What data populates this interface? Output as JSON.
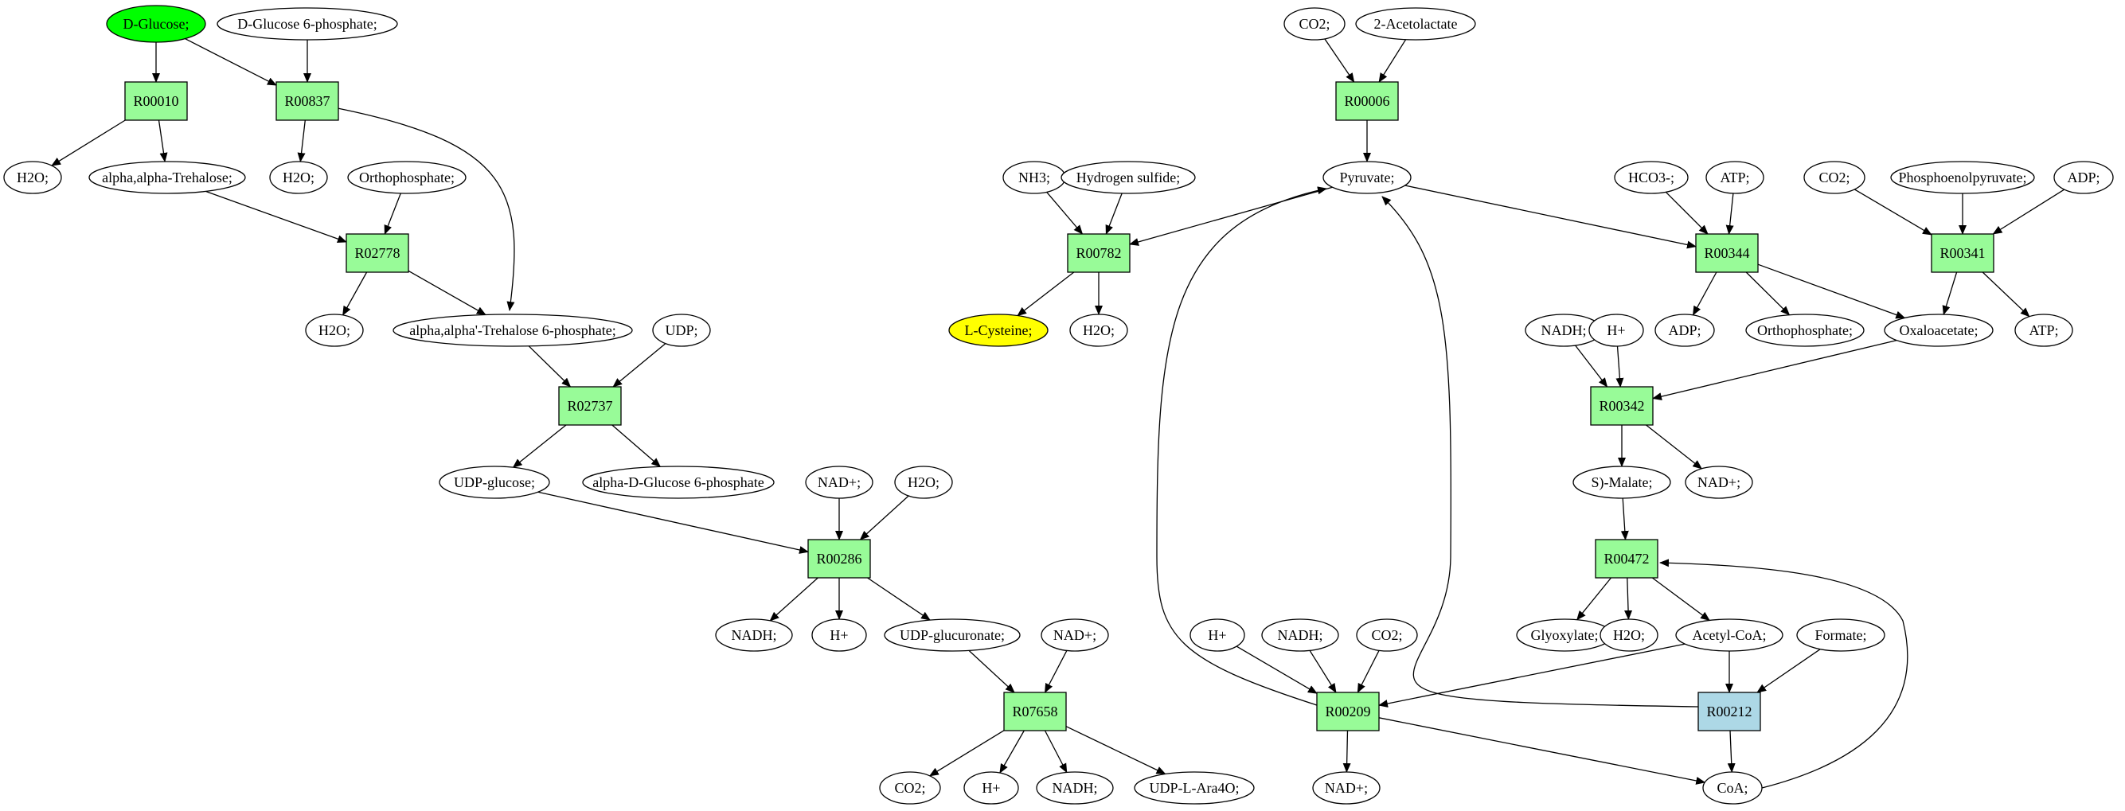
{
  "colors": {
    "metabolite": "#ffffff",
    "reaction": "#98fb98",
    "reaction_alt": "#add8e6",
    "start": "#00ff00",
    "target": "#ffff00",
    "stroke": "#000000"
  },
  "nodes": {
    "dglucose": {
      "label": "D-Glucose;",
      "kind": "metabolite",
      "fill": "start"
    },
    "dg6p": {
      "label": "D-Glucose 6-phosphate;",
      "kind": "metabolite"
    },
    "r00010": {
      "label": "R00010",
      "kind": "reaction"
    },
    "r00837": {
      "label": "R00837",
      "kind": "reaction"
    },
    "h2o_1": {
      "label": "H2O;",
      "kind": "metabolite"
    },
    "trehalose": {
      "label": "alpha,alpha-Trehalose;",
      "kind": "metabolite"
    },
    "h2o_2": {
      "label": "H2O;",
      "kind": "metabolite"
    },
    "orthophosphate_1": {
      "label": "Orthophosphate;",
      "kind": "metabolite"
    },
    "r02778": {
      "label": "R02778",
      "kind": "reaction"
    },
    "h2o_3": {
      "label": "H2O;",
      "kind": "metabolite"
    },
    "trehalose6p": {
      "label": "alpha,alpha'-Trehalose 6-phosphate;",
      "kind": "metabolite"
    },
    "udp": {
      "label": "UDP;",
      "kind": "metabolite"
    },
    "r02737": {
      "label": "R02737",
      "kind": "reaction"
    },
    "udpglucose": {
      "label": "UDP-glucose;",
      "kind": "metabolite"
    },
    "adg6p": {
      "label": "alpha-D-Glucose 6-phosphate",
      "kind": "metabolite"
    },
    "nadp_1": {
      "label": "NAD+;",
      "kind": "metabolite"
    },
    "h2o_4": {
      "label": "H2O;",
      "kind": "metabolite"
    },
    "r00286": {
      "label": "R00286",
      "kind": "reaction"
    },
    "nadh_1": {
      "label": "NADH;",
      "kind": "metabolite"
    },
    "hplus_1": {
      "label": "H+",
      "kind": "metabolite"
    },
    "udpglucuronate": {
      "label": "UDP-glucuronate;",
      "kind": "metabolite"
    },
    "nadp_2": {
      "label": "NAD+;",
      "kind": "metabolite"
    },
    "r07658": {
      "label": "R07658",
      "kind": "reaction"
    },
    "co2_1": {
      "label": "CO2;",
      "kind": "metabolite"
    },
    "hplus_2": {
      "label": "H+",
      "kind": "metabolite"
    },
    "nadh_2": {
      "label": "NADH;",
      "kind": "metabolite"
    },
    "udplara4o": {
      "label": "UDP-L-Ara4O;",
      "kind": "metabolite"
    },
    "co2_2": {
      "label": "CO2;",
      "kind": "metabolite"
    },
    "acetolactate": {
      "label": "2-Acetolactate",
      "kind": "metabolite"
    },
    "r00006": {
      "label": "R00006",
      "kind": "reaction"
    },
    "pyruvate": {
      "label": "Pyruvate;",
      "kind": "metabolite"
    },
    "nh3": {
      "label": "NH3;",
      "kind": "metabolite"
    },
    "h2s": {
      "label": "Hydrogen sulfide;",
      "kind": "metabolite"
    },
    "r00782": {
      "label": "R00782",
      "kind": "reaction"
    },
    "lcysteine": {
      "label": "L-Cysteine;",
      "kind": "metabolite",
      "fill": "target"
    },
    "h2o_5": {
      "label": "H2O;",
      "kind": "metabolite"
    },
    "hco3": {
      "label": "HCO3-;",
      "kind": "metabolite"
    },
    "atp_1": {
      "label": "ATP;",
      "kind": "metabolite"
    },
    "r00344": {
      "label": "R00344",
      "kind": "reaction"
    },
    "adp_1": {
      "label": "ADP;",
      "kind": "metabolite"
    },
    "orthophosphate_2": {
      "label": "Orthophosphate;",
      "kind": "metabolite"
    },
    "co2_3": {
      "label": "CO2;",
      "kind": "metabolite"
    },
    "pep": {
      "label": "Phosphoenolpyruvate;",
      "kind": "metabolite"
    },
    "adp_2": {
      "label": "ADP;",
      "kind": "metabolite"
    },
    "r00341": {
      "label": "R00341",
      "kind": "reaction"
    },
    "oxaloacetate": {
      "label": "Oxaloacetate;",
      "kind": "metabolite"
    },
    "atp_2": {
      "label": "ATP;",
      "kind": "metabolite"
    },
    "nadh_3": {
      "label": "NADH;",
      "kind": "metabolite"
    },
    "hplus_3": {
      "label": "H+",
      "kind": "metabolite"
    },
    "r00342": {
      "label": "R00342",
      "kind": "reaction"
    },
    "smalate": {
      "label": "S)-Malate;",
      "kind": "metabolite"
    },
    "nadp_3": {
      "label": "NAD+;",
      "kind": "metabolite"
    },
    "r00472": {
      "label": "R00472",
      "kind": "reaction"
    },
    "glyoxylate": {
      "label": "Glyoxylate;",
      "kind": "metabolite"
    },
    "h2o_6": {
      "label": "H2O;",
      "kind": "metabolite"
    },
    "acetylcoa": {
      "label": "Acetyl-CoA;",
      "kind": "metabolite"
    },
    "formate": {
      "label": "Formate;",
      "kind": "metabolite"
    },
    "hplus_4": {
      "label": "H+",
      "kind": "metabolite"
    },
    "nadh_4": {
      "label": "NADH;",
      "kind": "metabolite"
    },
    "co2_4": {
      "label": "CO2;",
      "kind": "metabolite"
    },
    "r00209": {
      "label": "R00209",
      "kind": "reaction"
    },
    "r00212": {
      "label": "R00212",
      "kind": "reaction",
      "fill": "reaction_alt"
    },
    "nadp_4": {
      "label": "NAD+;",
      "kind": "metabolite"
    },
    "coa": {
      "label": "CoA;",
      "kind": "metabolite"
    }
  },
  "edges": [
    [
      "dglucose",
      "r00010"
    ],
    [
      "dglucose",
      "r00837"
    ],
    [
      "dg6p",
      "r00837"
    ],
    [
      "r00010",
      "h2o_1"
    ],
    [
      "r00010",
      "trehalose"
    ],
    [
      "r00837",
      "h2o_2"
    ],
    [
      "r00837",
      "trehalose6p"
    ],
    [
      "trehalose",
      "r02778"
    ],
    [
      "orthophosphate_1",
      "r02778"
    ],
    [
      "r02778",
      "h2o_3"
    ],
    [
      "r02778",
      "trehalose6p"
    ],
    [
      "trehalose6p",
      "r02737"
    ],
    [
      "udp",
      "r02737"
    ],
    [
      "r02737",
      "udpglucose"
    ],
    [
      "r02737",
      "adg6p"
    ],
    [
      "udpglucose",
      "r00286"
    ],
    [
      "nadp_1",
      "r00286"
    ],
    [
      "h2o_4",
      "r00286"
    ],
    [
      "r00286",
      "nadh_1"
    ],
    [
      "r00286",
      "hplus_1"
    ],
    [
      "r00286",
      "udpglucuronate"
    ],
    [
      "udpglucuronate",
      "r07658"
    ],
    [
      "nadp_2",
      "r07658"
    ],
    [
      "r07658",
      "co2_1"
    ],
    [
      "r07658",
      "hplus_2"
    ],
    [
      "r07658",
      "nadh_2"
    ],
    [
      "r07658",
      "udplara4o"
    ],
    [
      "co2_2",
      "r00006"
    ],
    [
      "acetolactate",
      "r00006"
    ],
    [
      "r00006",
      "pyruvate"
    ],
    [
      "nh3",
      "r00782"
    ],
    [
      "h2s",
      "r00782"
    ],
    [
      "pyruvate",
      "r00782"
    ],
    [
      "r00782",
      "lcysteine"
    ],
    [
      "r00782",
      "h2o_5"
    ],
    [
      "pyruvate",
      "r00344"
    ],
    [
      "hco3",
      "r00344"
    ],
    [
      "atp_1",
      "r00344"
    ],
    [
      "r00344",
      "adp_1"
    ],
    [
      "r00344",
      "orthophosphate_2"
    ],
    [
      "r00344",
      "oxaloacetate"
    ],
    [
      "co2_3",
      "r00341"
    ],
    [
      "pep",
      "r00341"
    ],
    [
      "adp_2",
      "r00341"
    ],
    [
      "r00341",
      "oxaloacetate"
    ],
    [
      "r00341",
      "atp_2"
    ],
    [
      "nadh_3",
      "r00342"
    ],
    [
      "hplus_3",
      "r00342"
    ],
    [
      "oxaloacetate",
      "r00342"
    ],
    [
      "r00342",
      "smalate"
    ],
    [
      "r00342",
      "nadp_3"
    ],
    [
      "smalate",
      "r00472"
    ],
    [
      "coa",
      "r00472"
    ],
    [
      "r00472",
      "glyoxylate"
    ],
    [
      "r00472",
      "h2o_6"
    ],
    [
      "r00472",
      "acetylcoa"
    ],
    [
      "acetylcoa",
      "r00212"
    ],
    [
      "formate",
      "r00212"
    ],
    [
      "r00212",
      "coa"
    ],
    [
      "r00212",
      "pyruvate"
    ],
    [
      "hplus_4",
      "r00209"
    ],
    [
      "nadh_4",
      "r00209"
    ],
    [
      "co2_4",
      "r00209"
    ],
    [
      "acetylcoa",
      "r00209"
    ],
    [
      "r00209",
      "pyruvate"
    ],
    [
      "r00209",
      "nadp_4"
    ],
    [
      "r00209",
      "coa"
    ]
  ]
}
